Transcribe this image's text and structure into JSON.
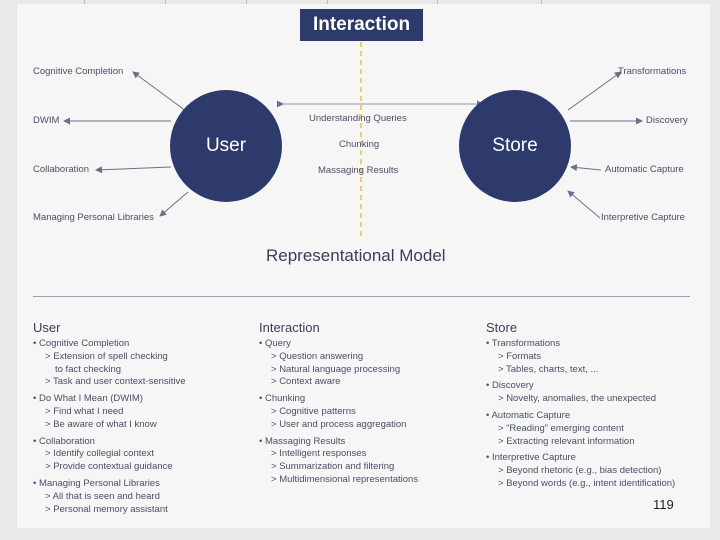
{
  "title": "Interaction",
  "circles": {
    "user": "User",
    "store": "Store"
  },
  "center_labels": [
    "Understanding Queries",
    "Chunking",
    "Massaging Results"
  ],
  "left_labels": [
    "Cognitive Completion",
    "DWIM",
    "Collaboration",
    "Managing Personal Libraries"
  ],
  "right_labels": [
    "Transformations",
    "Discovery",
    "Automatic Capture",
    "Interpretive Capture"
  ],
  "model_label": "Representational Model",
  "columns": {
    "user": {
      "title": "User",
      "groups": [
        {
          "bullet": "Cognitive Completion",
          "subs": [
            "Extension of spell checking",
            "to fact checking",
            "Task and user context-sensitive"
          ]
        },
        {
          "bullet": "Do What I Mean (DWIM)",
          "subs": [
            "Find what I need",
            "Be aware of what I know"
          ]
        },
        {
          "bullet": "Collaboration",
          "subs": [
            "Identify collegial context",
            "Provide contextual guidance"
          ]
        },
        {
          "bullet": "Managing Personal Libraries",
          "subs": [
            "All that is seen and heard",
            "Personal memory assistant"
          ]
        }
      ]
    },
    "interaction": {
      "title": "Interaction",
      "groups": [
        {
          "bullet": "Query",
          "subs": [
            "Question answering",
            "Natural language processing",
            "Context aware"
          ]
        },
        {
          "bullet": "Chunking",
          "subs": [
            "Cognitive patterns",
            "User and process aggregation"
          ]
        },
        {
          "bullet": "Massaging Results",
          "subs": [
            "Intelligent responses",
            "Summarization and filtering",
            "Multidimensional representations"
          ]
        }
      ]
    },
    "store": {
      "title": "Store",
      "groups": [
        {
          "bullet": "Transformations",
          "subs": [
            "Formats",
            "Tables, charts, text, ..."
          ]
        },
        {
          "bullet": "Discovery",
          "subs": [
            "Novelty, anomalies, the unexpected"
          ]
        },
        {
          "bullet": "Automatic Capture",
          "subs": [
            "“Reading” emerging content",
            "Extracting relevant information"
          ]
        },
        {
          "bullet": "Interpretive Capture",
          "subs": [
            "Beyond rhetoric (e.g., bias detection)",
            "Beyond words (e.g., intent identification)"
          ]
        }
      ]
    }
  },
  "page_number": "119",
  "colors": {
    "navy": "#2d3a6b",
    "dash": "#e0c24a",
    "arrow": "#6a7088",
    "background": "#f6f6f6",
    "frame": "#e9e9e9"
  }
}
